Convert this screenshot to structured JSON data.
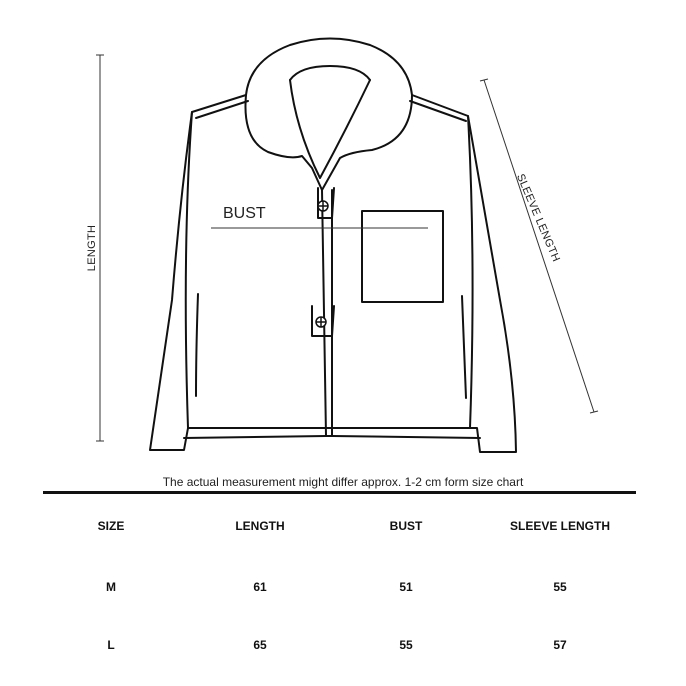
{
  "diagram": {
    "labels": {
      "length": "LENGTH",
      "bust": "BUST",
      "sleeve_length": "SLEEVE LENGTH"
    }
  },
  "note": "The actual measurement might differ approx. 1-2 cm form size chart",
  "table": {
    "headers": [
      "SIZE",
      "LENGTH",
      "BUST",
      "SLEEVE LENGTH"
    ],
    "rows": [
      [
        "M",
        "61",
        "51",
        "55"
      ],
      [
        "L",
        "65",
        "55",
        "57"
      ]
    ]
  }
}
